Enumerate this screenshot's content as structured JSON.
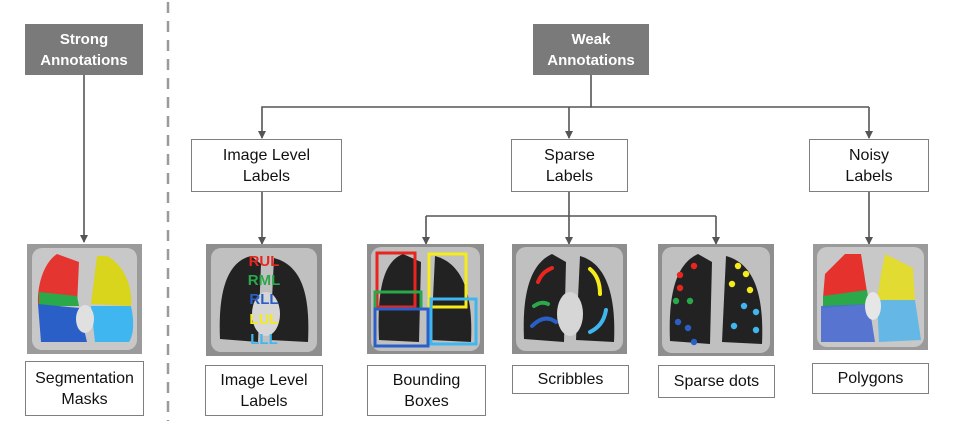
{
  "colors": {
    "dark_box": "#7a7a7a",
    "line": "#555555",
    "divider": "#9a9a9a",
    "rul": "#e8251f",
    "rml": "#2aa84a",
    "rll": "#2a5fc7",
    "lul": "#f5ec1a",
    "lll": "#3fb6ef"
  },
  "strong": {
    "title": "Strong\nAnnotations",
    "method": "Segmentation\nMasks"
  },
  "weak": {
    "title": "Weak\nAnnotations",
    "image_level": {
      "title": "Image Level\nLabels",
      "method": "Image Level\nLabels"
    },
    "sparse": {
      "title": "Sparse\nLabels",
      "bounding": "Bounding\nBoxes",
      "scribbles": "Scribbles",
      "dots": "Sparse dots"
    },
    "noisy": {
      "title": "Noisy\nLabels",
      "method": "Polygons"
    }
  },
  "lobe_labels": [
    "RUL",
    "RML",
    "RLL",
    "LUL",
    "LLL"
  ]
}
